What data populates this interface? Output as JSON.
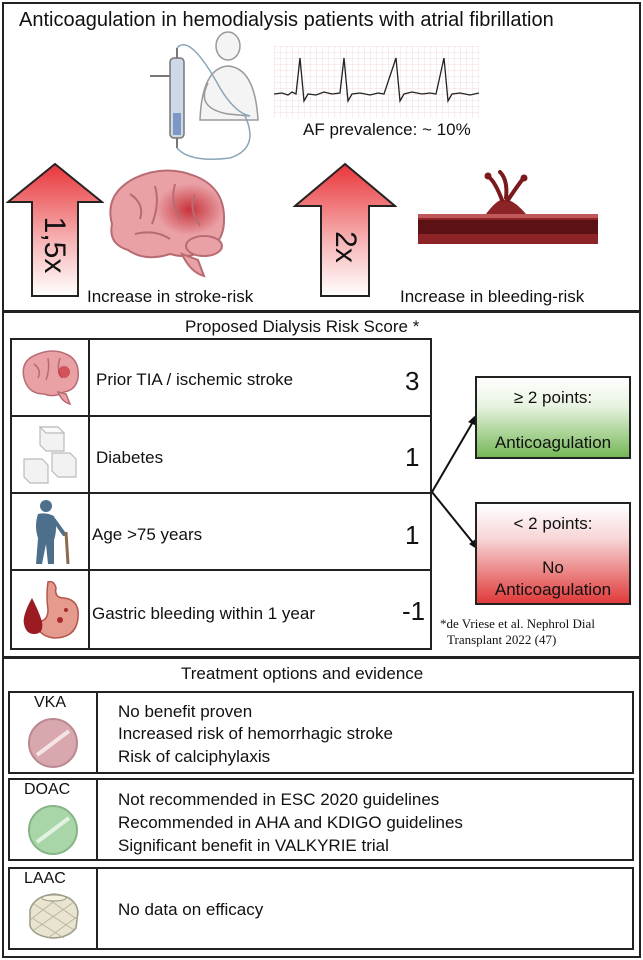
{
  "top": {
    "title": "Anticoagulation in hemodialysis patients with atrial fibrillation",
    "af_prevalence": "AF prevalence: ~ 10%",
    "stroke_factor": "1,5x",
    "stroke_caption": "Increase in stroke-risk",
    "bleed_factor": "2x",
    "bleed_caption": "Increase in bleeding-risk"
  },
  "score": {
    "title": "Proposed Dialysis Risk Score *",
    "rows": [
      {
        "label": "Prior TIA / ischemic stroke",
        "points": "3",
        "icon": "brain-icon"
      },
      {
        "label": "Diabetes",
        "points": "1",
        "icon": "sugar-cubes-icon"
      },
      {
        "label": "Age >75 years",
        "points": "1",
        "icon": "elderly-person-icon"
      },
      {
        "label": "Gastric bleeding within 1 year",
        "points": "-1",
        "icon": "stomach-bleeding-icon"
      }
    ],
    "high": {
      "line1": "≥ 2 points:",
      "line2": "Anticoagulation"
    },
    "low": {
      "line1": "< 2 points:",
      "line2": "No",
      "line3": "Anticoagulation"
    },
    "reference_line1": "*de Vriese et al. Nephrol Dial",
    "reference_line2": "Transplant 2022 (47)"
  },
  "treatment": {
    "title": "Treatment options and evidence",
    "options": [
      {
        "name": "VKA",
        "color": "#d9a7ae",
        "lines": [
          "No benefit proven",
          "Increased risk of hemorrhagic stroke",
          "Risk of calciphylaxis"
        ]
      },
      {
        "name": "DOAC",
        "color": "#a9d6a8",
        "lines": [
          "Not recommended in ESC 2020 guidelines",
          "Recommended in AHA and KDIGO guidelines",
          "Significant benefit in VALKYRIE trial"
        ]
      },
      {
        "name": "LAAC",
        "color": "#e8e4cf",
        "lines": [
          "No data on efficacy"
        ]
      }
    ]
  },
  "colors": {
    "arrow_red": "#e8363a",
    "brain_pink": "#e9a1a6",
    "vessel": "#7a1a1d",
    "green": "#75b857",
    "red": "#e03a3a"
  }
}
